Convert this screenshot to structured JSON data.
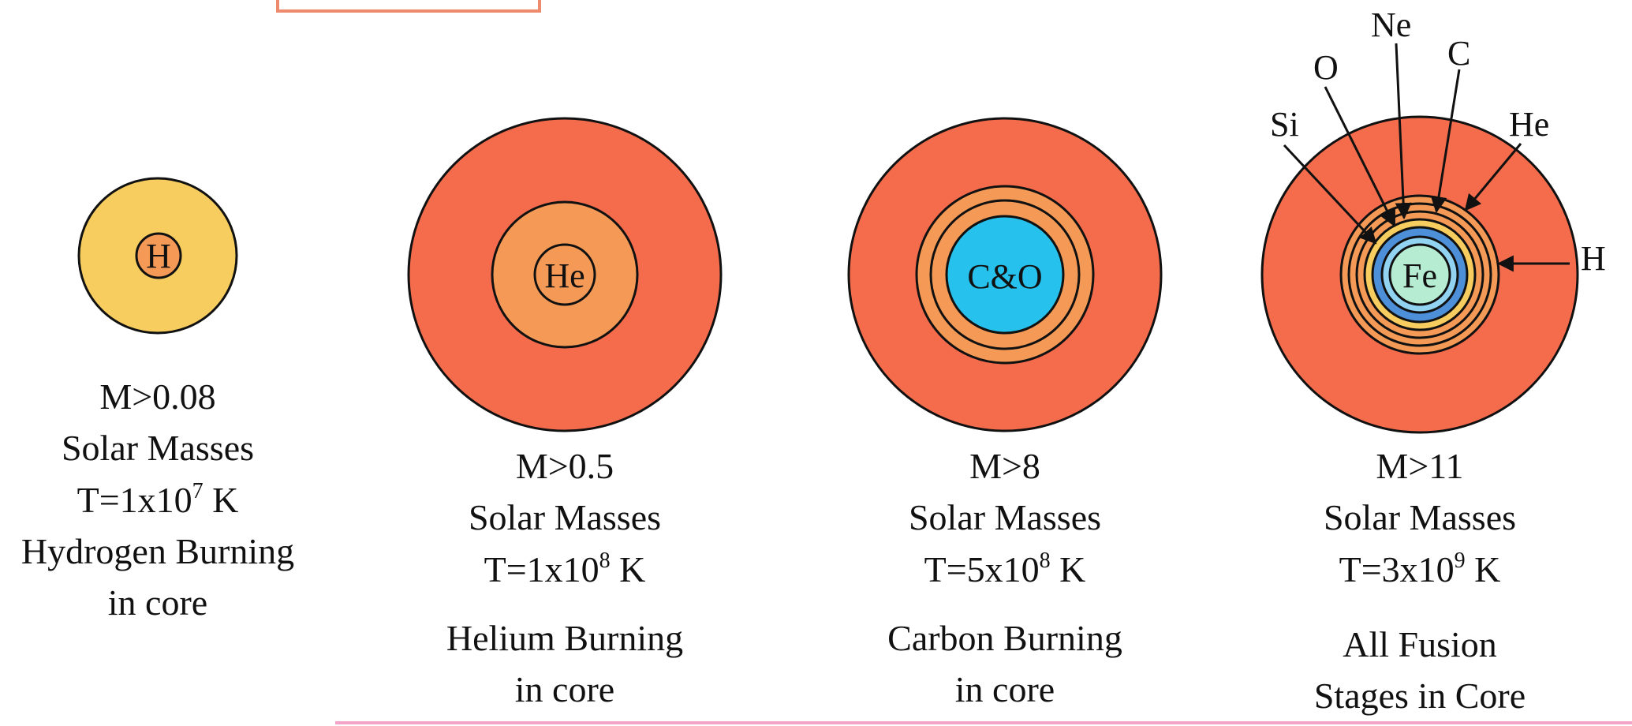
{
  "colors": {
    "outer_orange": "#f46c4c",
    "pale_yellow": "#f6cd5e",
    "light_orange": "#f49a56",
    "cyan": "#26c1ec",
    "blue": "#4d8fd8",
    "light_blue": "#92d3f2",
    "mint": "#b6ecd2",
    "frame_top": "#ee8a6e",
    "frame_bottom": "#f3a2c8"
  },
  "stars": [
    {
      "core_label": "H",
      "mass": "M>0.08",
      "unit": "Solar Masses",
      "temp_base": "T=1x10",
      "temp_exp": "7",
      "temp_unit": " K",
      "burn_line1": "Hydrogen Burning",
      "burn_line2": "in core"
    },
    {
      "core_label": "He",
      "mass": "M>0.5",
      "unit": "Solar Masses",
      "temp_base": "T=1x10",
      "temp_exp": "8",
      "temp_unit": " K",
      "burn_line1": "Helium Burning",
      "burn_line2": "in core"
    },
    {
      "core_label": "C&O",
      "mass": "M>8",
      "unit": "Solar Masses",
      "temp_base": "T=5x10",
      "temp_exp": "8",
      "temp_unit": " K",
      "burn_line1": "Carbon Burning",
      "burn_line2": "in core"
    },
    {
      "core_label": "Fe",
      "mass": "M>11",
      "unit": "Solar Masses",
      "temp_base": "T=3x10",
      "temp_exp": "9",
      "temp_unit": " K",
      "burn_line1": "All Fusion",
      "burn_line2": "Stages in Core"
    }
  ],
  "shell_labels": {
    "si": "Si",
    "o": "O",
    "ne": "Ne",
    "c": "C",
    "he": "He",
    "h": "H"
  }
}
